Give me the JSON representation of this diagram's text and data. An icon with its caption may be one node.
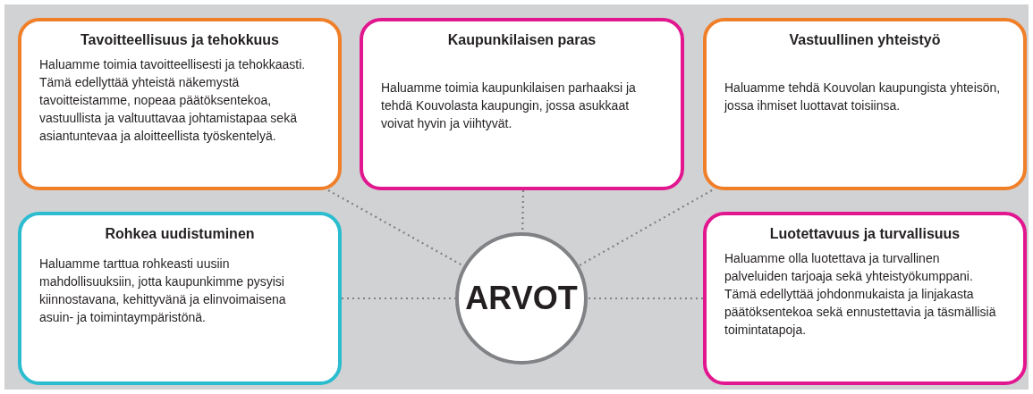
{
  "diagram": {
    "nodes": [
      {
        "text": [
          "Tavoitteellisuus ja tehokkuus",
          "Haluamme toimia tavoitteellisesti ja tehokkaasti. Tämä edellyttää yhteistä näkemystä tavoitteistamme, nopeaa päätöksentekoa, vastuullista ja valtuuttavaa johtamistapaa sekä asiantuntevaa ja aloitteellista työskentelyä."
        ]
      },
      {
        "text": [
          "Kaupunkilaisen paras",
          "Haluamme toimia kaupunkilaisen parhaaksi ja tehdä Kouvolasta kaupungin, jossa asukkaat voivat hyvin ja viihtyvät."
        ]
      },
      {
        "text": [
          "Vastuullinen yhteistyö",
          "Haluamme tehdä Kouvolan kaupungista yhteisön, jossa ihmiset luottavat toisiinsa."
        ]
      },
      {
        "text": [
          "Rohkea uudistuminen",
          "Haluamme tarttua rohkeasti uusiin mahdollisuuksiin, jotta kaupunkimme pysyisi kiinnostavana, kehittyvänä ja elinvoimaisena asuin- ja toimintaympäristönä."
        ]
      },
      {
        "text": [
          "Luotettavuus ja turvallisuus",
          "Haluamme olla luotettava ja turvallinen palveluiden tarjoaja sekä yhteistyökumppani. Tämä edellyttää johdonmukaista ja linjakasta päätöksentekoa sekä ennustettavia ja täsmällisiä toimintatapoja."
        ]
      },
      {
        "text": [
          "ARVOT"
        ]
      }
    ],
    "edges": [
      {
        "from": 0,
        "to": 5,
        "arrow": "none",
        "style": "dashed"
      },
      {
        "from": 1,
        "to": 5,
        "arrow": "none",
        "style": "dashed"
      },
      {
        "from": 2,
        "to": 5,
        "arrow": "none",
        "style": "dashed"
      },
      {
        "from": 3,
        "to": 5,
        "arrow": "none",
        "style": "dashed"
      },
      {
        "from": 4,
        "to": 5,
        "arrow": "none",
        "style": "dashed"
      }
    ]
  }
}
